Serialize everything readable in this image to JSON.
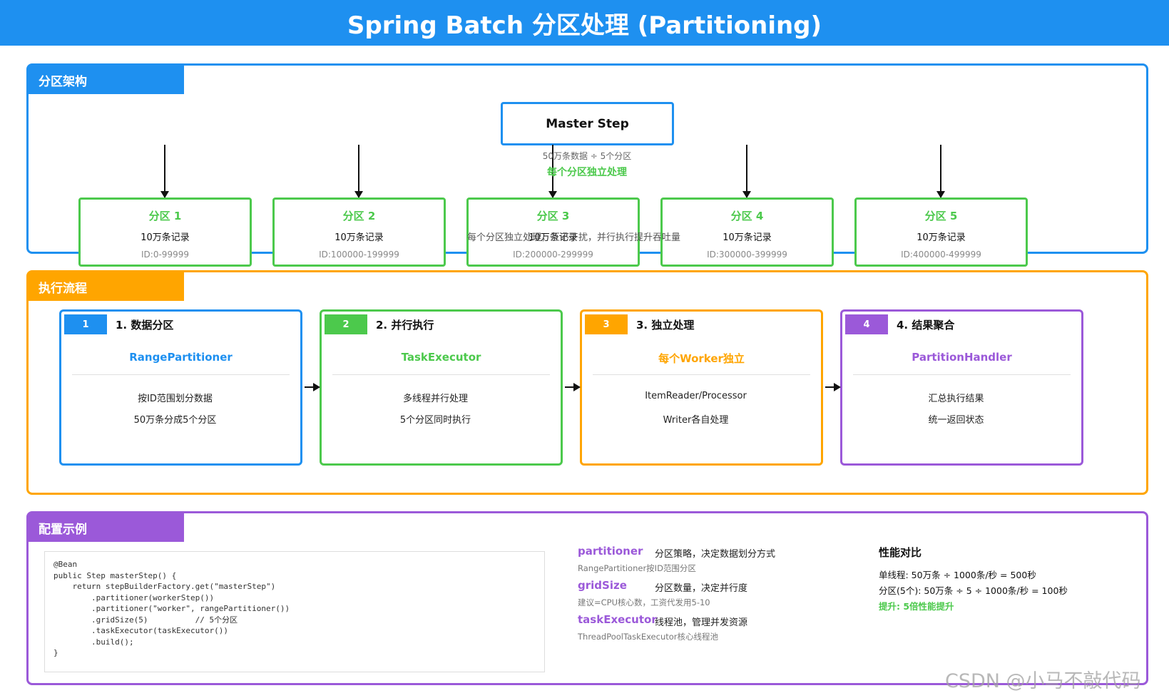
{
  "title": "Spring Batch 分区处理 (Partitioning)",
  "colors": {
    "blue": "#1e90f0",
    "green": "#4cc94c",
    "orange": "#ffa500",
    "purple": "#9b59d9"
  },
  "architecture": {
    "tab": "分区架构",
    "master": "Master Step",
    "note1": "50万条数据 ÷ 5个分区",
    "note2": "每个分区独立处理",
    "overlay": "每个分区独立处理，互不干扰，并行执行提升吞吐量",
    "partitions": [
      {
        "title": "分区 1",
        "count": "10万条记录",
        "range": "ID:0-99999"
      },
      {
        "title": "分区 2",
        "count": "10万条记录",
        "range": "ID:100000-199999"
      },
      {
        "title": "分区 3",
        "count": "10万条记录",
        "range": "ID:200000-299999"
      },
      {
        "title": "分区 4",
        "count": "10万条记录",
        "range": "ID:300000-399999"
      },
      {
        "title": "分区 5",
        "count": "10万条记录",
        "range": "ID:400000-499999"
      }
    ]
  },
  "flow": {
    "tab": "执行流程",
    "steps": [
      {
        "num": "1",
        "title": "1. 数据分区",
        "sub": "RangePartitioner",
        "line1": "按ID范围划分数据",
        "line2": "50万条分成5个分区"
      },
      {
        "num": "2",
        "title": "2. 并行执行",
        "sub": "TaskExecutor",
        "line1": "多线程并行处理",
        "line2": "5个分区同时执行"
      },
      {
        "num": "3",
        "title": "3. 独立处理",
        "sub": "每个Worker独立",
        "line1": "ItemReader/Processor",
        "line2": "Writer各自处理"
      },
      {
        "num": "4",
        "title": "4. 结果聚合",
        "sub": "PartitionHandler",
        "line1": "汇总执行结果",
        "line2": "统一返回状态"
      }
    ]
  },
  "config": {
    "tab": "配置示例",
    "code": "@Bean\npublic Step masterStep() {\n    return stepBuilderFactory.get(\"masterStep\")\n        .partitioner(workerStep())\n        .partitioner(\"worker\", rangePartitioner())\n        .gridSize(5)          // 5个分区\n        .taskExecutor(taskExecutor())\n        .build();\n}",
    "params": [
      {
        "key": "partitioner",
        "desc": "分区策略，决定数据划分方式",
        "sub": "RangePartitioner按ID范围分区"
      },
      {
        "key": "gridSize",
        "desc": "分区数量，决定并行度",
        "sub": "建议=CPU核心数，工资代发用5-10"
      },
      {
        "key": "taskExecutor",
        "desc": "线程池，管理并发资源",
        "sub": "ThreadPoolTaskExecutor核心线程池"
      }
    ],
    "perf": {
      "title": "性能对比",
      "single": "单线程: 50万条 ÷ 1000条/秒 = 500秒",
      "partitioned": "分区(5个): 50万条 ÷ 5 ÷ 1000条/秒 = 100秒",
      "gain": "提升: 5倍性能提升"
    }
  },
  "watermark": "CSDN @小马不敲代码"
}
